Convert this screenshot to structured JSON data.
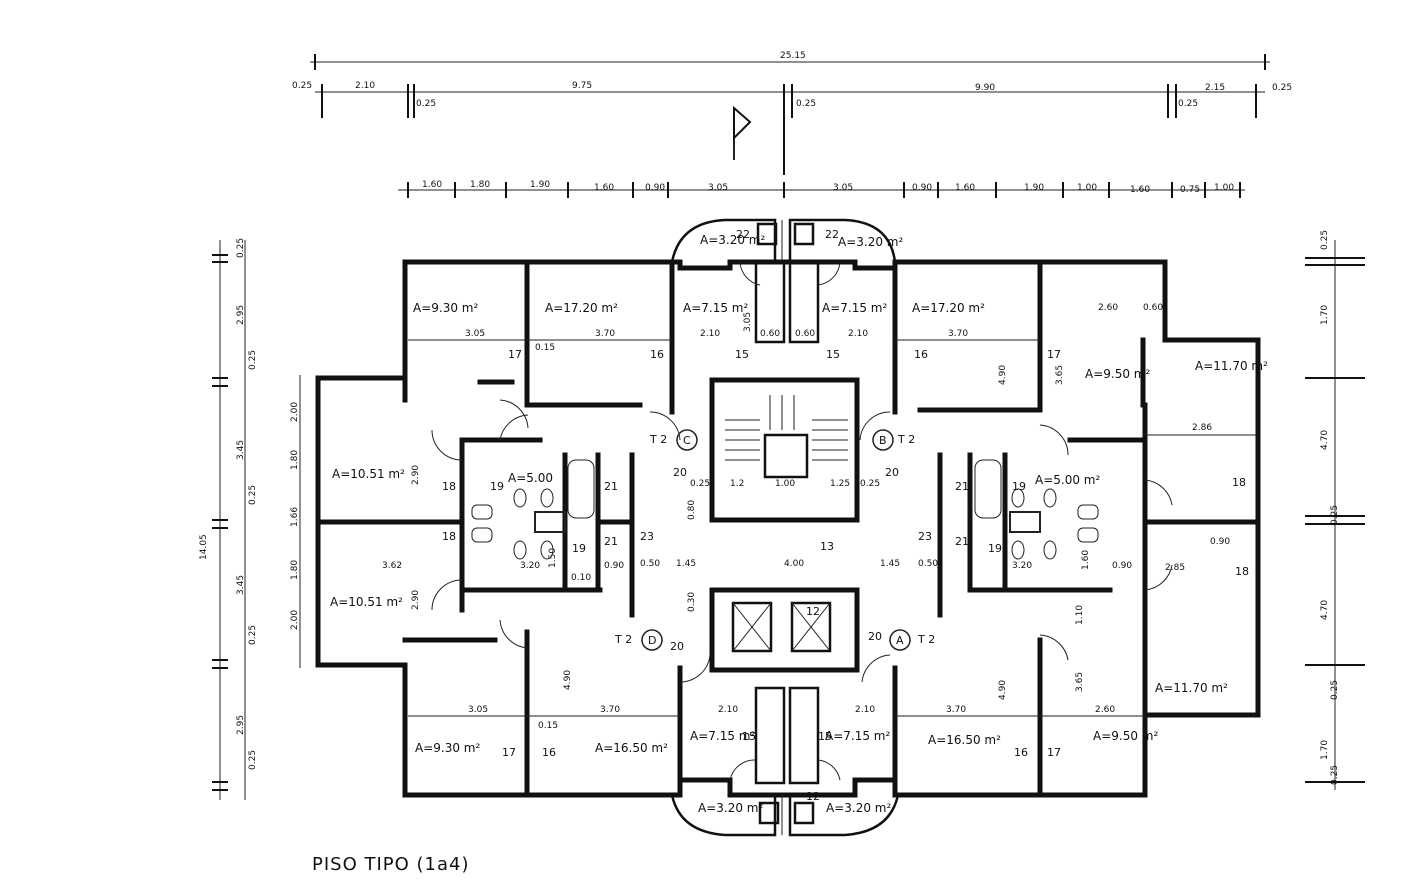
{
  "title": "PISO TIPO (1a4)",
  "overall_width": "25.15",
  "overall_height": "14.05",
  "top_dims_row1": [
    "0.25",
    "2.10",
    "0.25",
    "9.75",
    "0.25",
    "9.90",
    "0.25",
    "2.15",
    "0.25"
  ],
  "top_dims_row2": [
    "1.60",
    "1.80",
    "1.90",
    "1.60",
    "0.90",
    "3.05",
    "3.05",
    "0.90",
    "1.60",
    "1.90",
    "1.00",
    "1.60",
    "0.75",
    "1.00"
  ],
  "left_dims_outer": [
    "0.25",
    "2.95",
    "0.25",
    "3.45",
    "0.25",
    "3.45",
    "0.25",
    "2.95",
    "0.25"
  ],
  "left_dims_inner": [
    "2.00",
    "1.80",
    "1.66",
    "1.80",
    "2.00"
  ],
  "right_dims": [
    "0.25",
    "1.70",
    "4.70",
    "0.25",
    "4.70",
    "0.25",
    "1.70",
    "0.25"
  ],
  "areas": [
    "A=9.30 m²",
    "A=17.20 m²",
    "A=7.15 m²",
    "A=7.15 m²",
    "A=17.20 m²",
    "A=9.50 m²",
    "A=11.70 m²",
    "A=10.51 m²",
    "A=5.00",
    "A=5.00 m²",
    "A=10.51 m²",
    "A=11.70 m²",
    "A=9.30 m²",
    "A=16.50 m²",
    "A=7.15 m²",
    "A=7.15 m²",
    "A=16.50 m²",
    "A=9.50 m²",
    "A=3.20 m²",
    "A=3.20 m²",
    "A=3.20 m²",
    "A=3.20 m²"
  ],
  "room_numbers": [
    "22",
    "22",
    "17",
    "16",
    "15",
    "15",
    "16",
    "17",
    "18",
    "18",
    "19",
    "21",
    "20",
    "20",
    "21",
    "19",
    "19",
    "21",
    "23",
    "23",
    "21",
    "19",
    "18",
    "18",
    "13",
    "12",
    "12",
    "20",
    "20",
    "17",
    "16",
    "15",
    "15",
    "16",
    "17"
  ],
  "unit_tags": [
    {
      "type": "T 2",
      "letter": "C"
    },
    {
      "type": "T 2",
      "letter": "B"
    },
    {
      "type": "T 2",
      "letter": "D"
    },
    {
      "type": "T 2",
      "letter": "A"
    }
  ],
  "inner_dims": [
    "3.05",
    "3.70",
    "2.10",
    "2.10",
    "3.70",
    "2.60",
    "0.60",
    "2.86",
    "2.90",
    "3.62",
    "2.90",
    "3.20",
    "3.20",
    "0.90",
    "0.90",
    "0.50",
    "0.50",
    "1.45",
    "1.45",
    "4.00",
    "0.60",
    "0.60",
    "3.05",
    "1.00",
    "1.2",
    "1.25",
    "0.25",
    "0.25",
    "3.05",
    "3.70",
    "2.10",
    "2.10",
    "3.70",
    "2.60",
    "2.85",
    "4.90",
    "4.90",
    "4.90",
    "3.65",
    "3.65",
    "0.15",
    "0.15",
    "0.10",
    "1.50",
    "1.60",
    "1.10",
    "0.90",
    "0.30",
    "0.80"
  ],
  "compass": "N"
}
